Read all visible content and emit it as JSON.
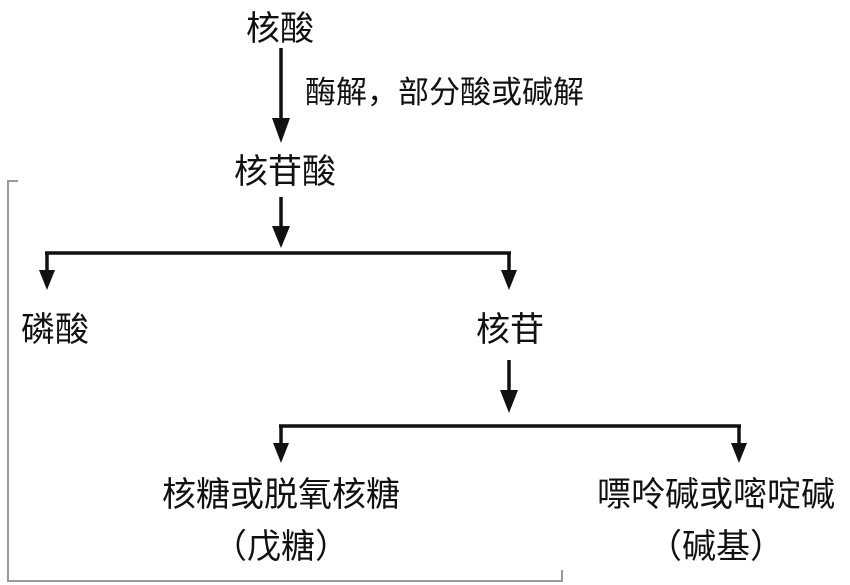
{
  "nodes": {
    "nucleic_acid": "核酸",
    "hydrolysis_label": "酶解，部分酸或碱解",
    "nucleotide": "核苷酸",
    "phosphoric_acid": "磷酸",
    "nucleoside": "核苷",
    "sugar": "核糖或脱氧核糖",
    "sugar_note": "（戊糖）",
    "base": "嘌呤碱或嘧啶碱",
    "base_note": "（碱基）"
  }
}
